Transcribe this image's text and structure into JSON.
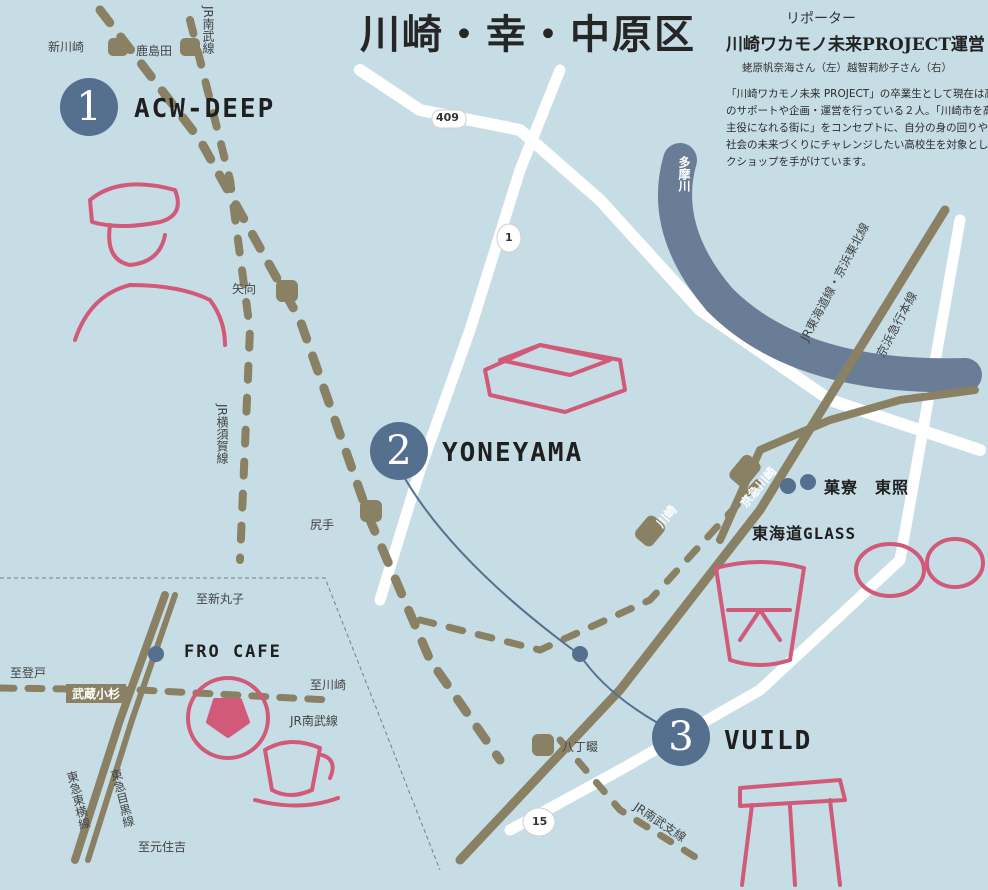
{
  "title": "川崎・幸・中原区",
  "reporter": {
    "role": "リポーター",
    "org": "川崎ワカモノ未来PROJECT運営",
    "names": "蛯原帆奈海さん（左）越智莉紗子さん（右）",
    "description": "「川崎ワカモノ未来 PROJECT」の卒業生として現在は高校生のサポートや企画・運営を行っている２人。「川崎市を高校生が主役になれる街に」をコンセプトに、自分の身の回りや地域、社会の未来づくりにチャレンジしたい高校生を対象としたワークショップを手がけています。"
  },
  "spots": [
    {
      "number": "1",
      "name": "ACW-DEEP"
    },
    {
      "number": "2",
      "name": "YONEYAMA"
    },
    {
      "number": "3",
      "name": "VUILD"
    }
  ],
  "shops": {
    "kashiryo": "菓寮　東照",
    "glass": "東海道GLASS",
    "fro_cafe": "FRO CAFE"
  },
  "stations": {
    "shinkawasaki": "新川崎",
    "kashimada": "鹿島田",
    "mukaigawara": "矢向",
    "shitte": "尻手",
    "hatchonawate": "八丁畷",
    "kawasaki": "川崎",
    "keikyu_kawasaki": "京急川崎",
    "musashikosugi": "武蔵小杉"
  },
  "lines": {
    "jr_nambu": "JR南武線",
    "jr_yokosuka": "JR横須賀線",
    "jr_tokaido": "JR東海道線・京浜東北線",
    "keikyu": "京浜急行本線",
    "jr_nambu_branch": "JR南武支線",
    "toyoko": "東急東横線",
    "meguro": "東急目黒線",
    "tamagawa": "多摩川"
  },
  "inset_labels": {
    "to_shinmaruko": "至新丸子",
    "to_noborito": "至登戸",
    "to_kawasaki": "至川崎",
    "to_motosumiyoshi": "至元住吉",
    "nambu": "JR南武線"
  },
  "routes": {
    "r409": "409",
    "r1": "1",
    "r15": "15"
  },
  "colors": {
    "background": "#c6dde6",
    "rail": "#8a8064",
    "road": "#ffffff",
    "river": "#6a7d97",
    "badge": "#55708e",
    "illustration": "#d05a78"
  }
}
